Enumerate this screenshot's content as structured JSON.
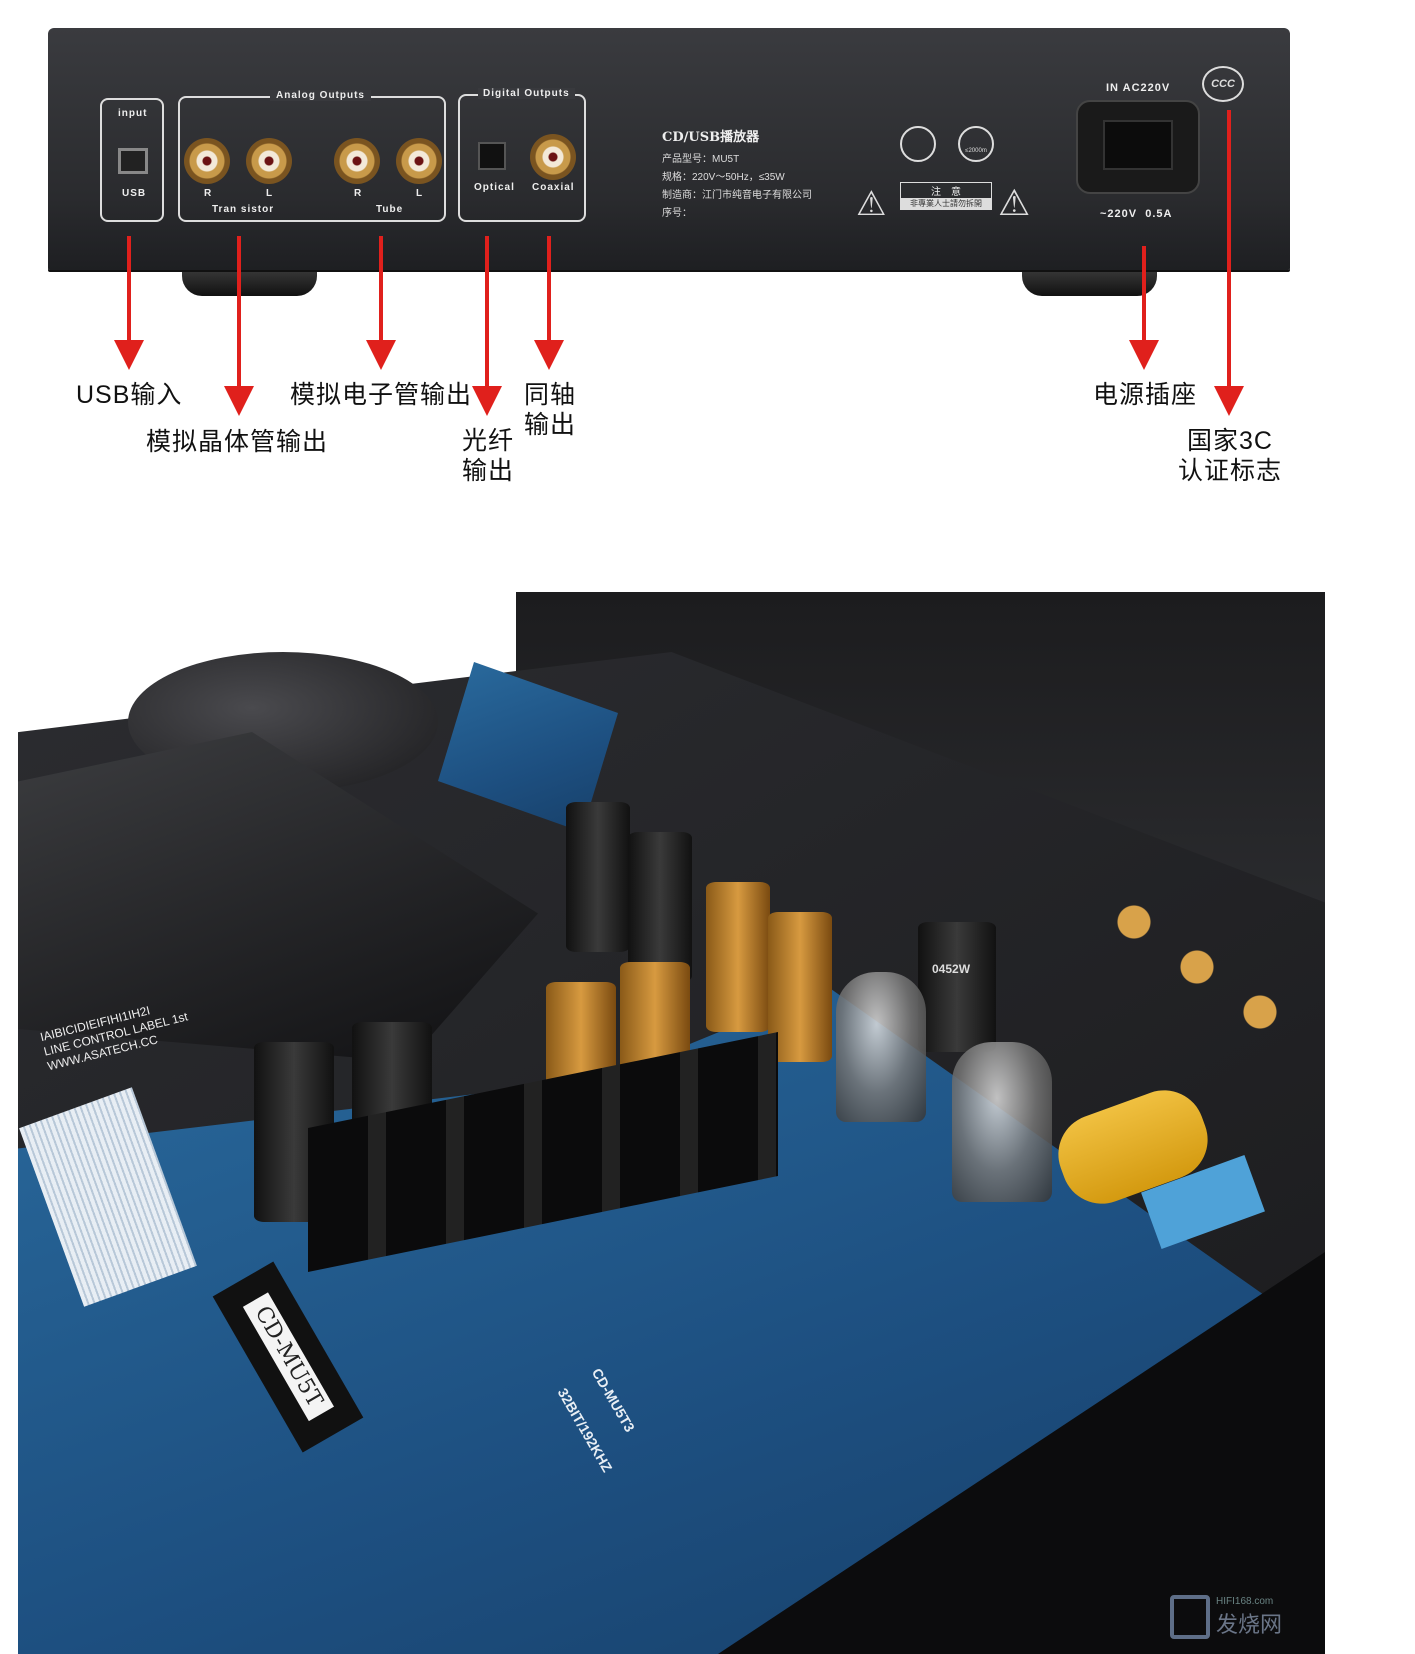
{
  "rear_panel": {
    "input_group": "input",
    "usb": "USB",
    "analog_group": "Analog Outputs",
    "r": "R",
    "l": "L",
    "transistor": "Tran sistor",
    "tube": "Tube",
    "digital_group": "Digital Outputs",
    "optical": "Optical",
    "coaxial": "Coaxial",
    "product_name": "CD/USB播放器",
    "model": "产品型号：MU5T",
    "spec": "规格：220V～50Hz，≤35W",
    "maker": "制造商：江门市纯音电子有限公司",
    "serial": "序号：",
    "altitude": "≤2000m",
    "caution_title": "注　意",
    "caution_text": "非專業人士請勿拆開",
    "power_in": "IN AC220V",
    "power_rating": "~220V  0.5A",
    "ccc": "CCC"
  },
  "callouts": {
    "usb_input": "USB输入",
    "analog_transistor": "模拟晶体管输出",
    "analog_tube": "模拟电子管输出",
    "optical_1": "光纤",
    "optical_2": "输出",
    "coaxial_1": "同轴",
    "coaxial_2": "输出",
    "power_socket": "电源插座",
    "ccc_1": "国家3C",
    "ccc_2": "认证标志"
  },
  "board": {
    "label_1": "IAIBICIDIEIFIHI1IH2I",
    "label_2": "LINE CONTROL LABEL 1st",
    "label_3": "WWW.ASATECH.CC",
    "chip": "CD-MU5T",
    "board_name": "CD-MU5T3",
    "board_spec": "32BIT/192KHZ",
    "cap_mark": "0452W"
  },
  "watermark": {
    "site": "HIFI168.com",
    "name": "发烧网"
  }
}
